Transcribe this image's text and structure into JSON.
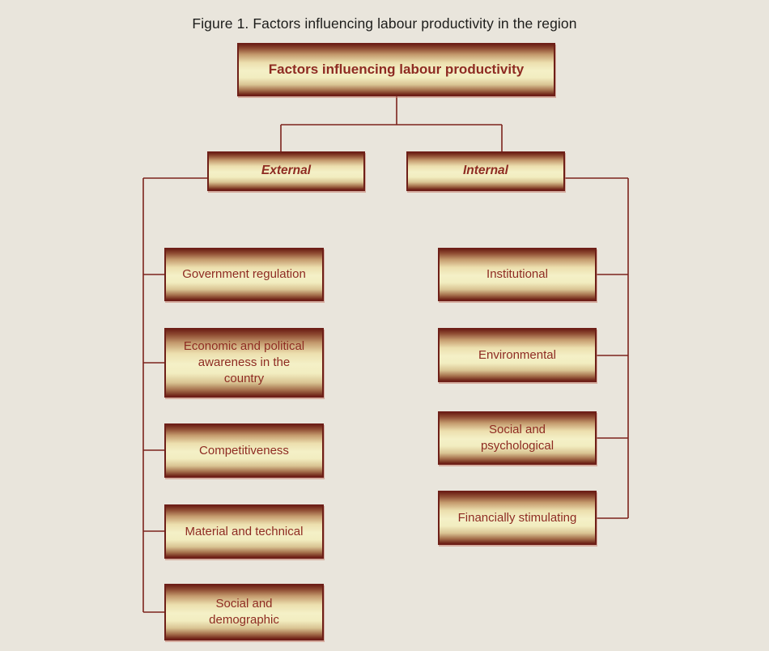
{
  "figure": {
    "caption": "Figure 1. Factors influencing labour productivity in the region",
    "root_label": "Factors influencing labour productivity",
    "branches": [
      {
        "label": "External",
        "children": [
          "Government regulation",
          "Economic and political\nawareness in the\ncountry",
          "Competitiveness",
          "Material and technical",
          "Social and\ndemographic"
        ]
      },
      {
        "label": "Internal",
        "children": [
          "Institutional",
          "Environmental",
          "Social and\npsychological",
          "Financially stimulating"
        ]
      }
    ]
  },
  "colors": {
    "background": "#e9e5dc",
    "connector_line": "#7c231d",
    "box_border": "#6e1f18",
    "box_text": "#8e2b22",
    "box_gradient_dark": "#6f2317",
    "box_gradient_light": "#f4f0c7",
    "caption_text": "#1d1d1b"
  }
}
